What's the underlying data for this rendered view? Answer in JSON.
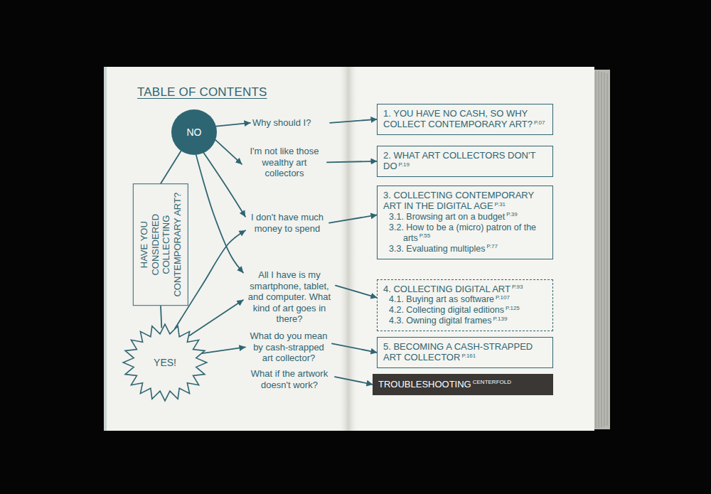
{
  "diagram": {
    "title": "TABLE OF CONTENTS",
    "nodes": [
      {
        "text": [
          "NO"
        ]
      },
      {
        "text": [
          "HAVE YOU CONSIDERED COLLECTING CONTEMPORARY ART?"
        ]
      },
      {
        "text": [
          "YES!"
        ]
      },
      {
        "text": [
          "Why should I?"
        ]
      },
      {
        "text": [
          "I'm not like those wealthy art collectors"
        ]
      },
      {
        "text": [
          "I don't have much money to spend"
        ]
      },
      {
        "text": [
          "All I have is my smartphone, tablet, and computer. What kind of art goes in there?"
        ]
      },
      {
        "text": [
          "What do you mean by cash-strapped art collector?"
        ]
      },
      {
        "text": [
          "What if the artwork doesn't work?"
        ]
      },
      {
        "text": [
          "1. YOU HAVE NO CASH, SO WHY COLLECT CONTEMPORARY ART?",
          "P.07"
        ]
      },
      {
        "text": [
          "2. WHAT ART COLLECTORS DON'T DO",
          "P.19"
        ]
      },
      {
        "text": [
          "3. COLLECTING CONTEMPORARY ART IN THE DIGITAL AGE",
          "P.31",
          "3.1. Browsing art on a budget",
          "P.39",
          "3.2. How to be a (micro) patron of the arts",
          "P.55",
          "3.3. Evaluating multiples",
          "P.77"
        ]
      },
      {
        "text": [
          "4. COLLECTING DIGITAL ART",
          "P.93",
          "4.1. Buying art as software",
          "P.107",
          "4.2. Collecting digital editions",
          "P.125",
          "4.3. Owning digital frames",
          "P.139"
        ]
      },
      {
        "text": [
          "5. BECOMING A CASH-STRAPPED ART COLLECTOR",
          "P.161"
        ]
      },
      {
        "text": [
          "TROUBLESHOOTING",
          "CENTERFOLD"
        ]
      }
    ],
    "edges": [
      {
        "from": 1,
        "to": 0,
        "arrow": "none"
      },
      {
        "from": 1,
        "to": 2,
        "arrow": "none"
      },
      {
        "from": 0,
        "to": 3,
        "arrow": "to"
      },
      {
        "from": 0,
        "to": 4,
        "arrow": "to"
      },
      {
        "from": 0,
        "to": 5,
        "arrow": "to"
      },
      {
        "from": 0,
        "to": 6,
        "arrow": "to"
      },
      {
        "from": 2,
        "to": 5,
        "arrow": "to"
      },
      {
        "from": 2,
        "to": 6,
        "arrow": "to"
      },
      {
        "from": 2,
        "to": 7,
        "arrow": "to"
      },
      {
        "from": 3,
        "to": 9,
        "arrow": "to"
      },
      {
        "from": 4,
        "to": 10,
        "arrow": "to"
      },
      {
        "from": 5,
        "to": 11,
        "arrow": "to"
      },
      {
        "from": 6,
        "to": 12,
        "arrow": "to"
      },
      {
        "from": 7,
        "to": 13,
        "arrow": "to"
      },
      {
        "from": 8,
        "to": 14,
        "arrow": "to"
      }
    ]
  }
}
